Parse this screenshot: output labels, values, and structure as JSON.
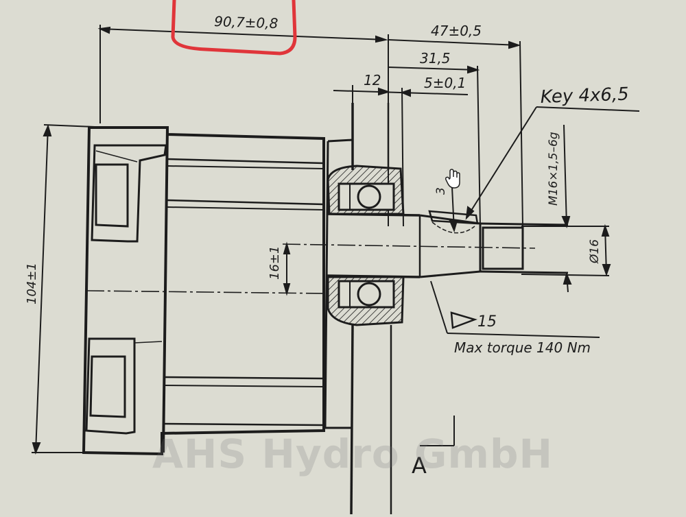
{
  "dimensions": {
    "overall_length": "90,7±0,8",
    "length_to_end": "47±0,5",
    "shaft_length": "31,5",
    "key_offset": "5±0,1",
    "flange_width": "12",
    "bore_height": "104±1",
    "offset_height": "16±1",
    "shaft_diameter": "Ø16",
    "thread": "M16×1,5–6g",
    "key_depth": "3"
  },
  "labels": {
    "key": "Key 4x6,5",
    "weld": "15",
    "torque": "Max torque 140 Nm",
    "section": "A"
  },
  "watermark": "AHS Hydro GmbH",
  "colors": {
    "paper": "#dcdcd2",
    "line": "#1c1c1c",
    "highlight": "#e0353a"
  }
}
